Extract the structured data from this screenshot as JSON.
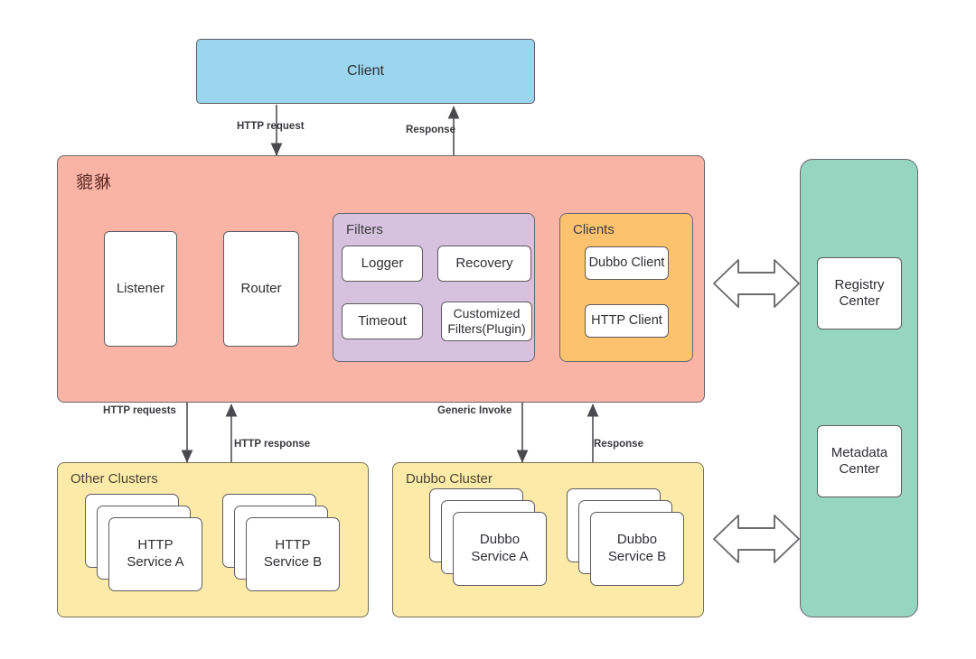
{
  "diagram": {
    "title_node": "Client",
    "gateway": {
      "label": "貔貅",
      "nodes": [
        {
          "name": "Listener"
        },
        {
          "name": "Router"
        }
      ],
      "filters": {
        "title": "Filters",
        "items": [
          "Logger",
          "Recovery",
          "Timeout",
          "Customized\nFilters(Plugin)"
        ]
      },
      "clients": {
        "title": "Clients",
        "items": [
          "Dubbo Client",
          "HTTP Client"
        ]
      }
    },
    "other_clusters": {
      "title": "Other Clusters",
      "services": [
        "HTTP\nService A",
        "HTTP\nService B"
      ]
    },
    "dubbo_cluster": {
      "title": "Dubbo Cluster",
      "services": [
        "Dubbo\nService A",
        "Dubbo\nService B"
      ]
    },
    "registry": {
      "items": [
        "Registry\nCenter",
        "Metadata\nCenter"
      ]
    },
    "edges": [
      {
        "id": "http-request",
        "label": "HTTP request",
        "direction": "down"
      },
      {
        "id": "response-top",
        "label": "Response",
        "direction": "up"
      },
      {
        "id": "http-requests",
        "label": "HTTP requests",
        "direction": "down"
      },
      {
        "id": "http-response",
        "label": "HTTP response",
        "direction": "up"
      },
      {
        "id": "generic-invoke",
        "label": "Generic Invoke",
        "direction": "down"
      },
      {
        "id": "response-dubbo",
        "label": "Response",
        "direction": "up"
      }
    ],
    "bidirectional_arrows": [
      {
        "id": "gateway-registry-arrow"
      },
      {
        "id": "dubbo-registry-arrow"
      }
    ],
    "colors": {
      "client": "#9cd5ee",
      "gateway": "#fab4a6",
      "filters": "#d6c1de",
      "clients": "#fcc26d",
      "cluster": "#fceba8",
      "registry": "#96d5c0",
      "stroke": "#5f5b62",
      "text": "#2f2f34"
    }
  }
}
